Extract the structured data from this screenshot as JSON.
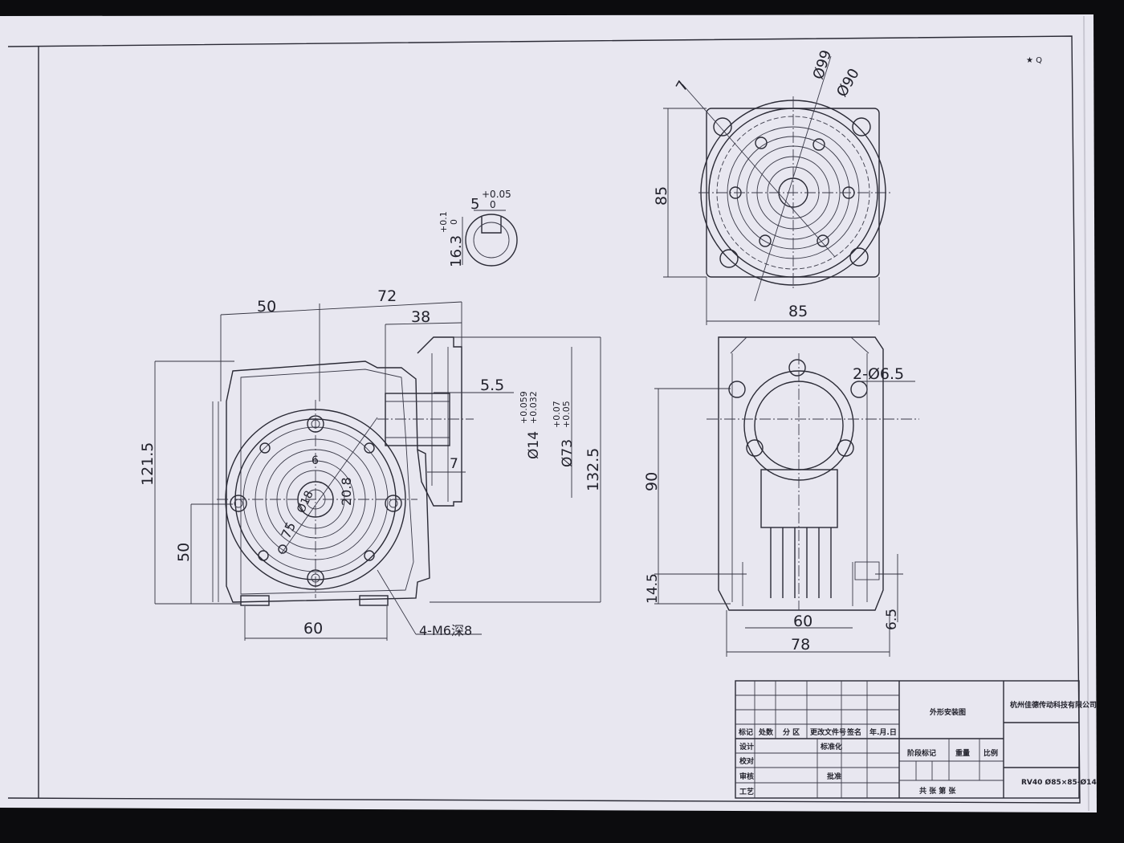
{
  "drawing": {
    "top_mark": "★ Q",
    "dimensions": {
      "d_50_top": "50",
      "d_72": "72",
      "d_38": "38",
      "d_5_5": "5.5",
      "d_121_5": "121.5",
      "d_132_5": "132.5",
      "d_50_left": "50",
      "d_60_bottom": "60",
      "d_14": "Ø14",
      "d_14_tol_up": "+0.059",
      "d_14_tol_lo": "+0.032",
      "d_73": "Ø73",
      "d_73_tol_up": "+0.07",
      "d_73_tol_lo": "+0.05",
      "d_7_side": "7",
      "d_20_8": "20.8",
      "d_18": "Ø18",
      "d_75": "75",
      "d_6": "6",
      "d_m6": "4-M6深8",
      "key_5": "5",
      "key_5_tol_up": "+0.05",
      "key_5_tol_lo": "0",
      "key_16_3": "16.3",
      "key_16_3_tol_up": "+0.1",
      "key_16_3_tol_lo": "0",
      "flange_7": "7",
      "flange_99": "Ø99",
      "flange_90": "Ø90",
      "flange_85_v": "85",
      "flange_85_h": "85",
      "side_2_65": "2-Ø6.5",
      "side_90": "90",
      "side_14_5": "14.5",
      "side_6_5": "6.5",
      "side_60": "60",
      "side_78": "78"
    }
  },
  "title_block": {
    "drawing_title": "外形安装图",
    "company": "杭州佳德传动科技有限公司",
    "model": "RV40 Ø85×85-Ø14",
    "row_labels": [
      "标记",
      "处数",
      "分 区",
      "更改文件号",
      "签名",
      "年.月.日"
    ],
    "design": "设计",
    "standard": "标准化",
    "check": "校对",
    "review": "审核",
    "process": "工艺",
    "approve": "批准",
    "stage_mark": "阶段标记",
    "weight": "重量",
    "scale": "比例",
    "sheets": "共 张 第 张"
  }
}
